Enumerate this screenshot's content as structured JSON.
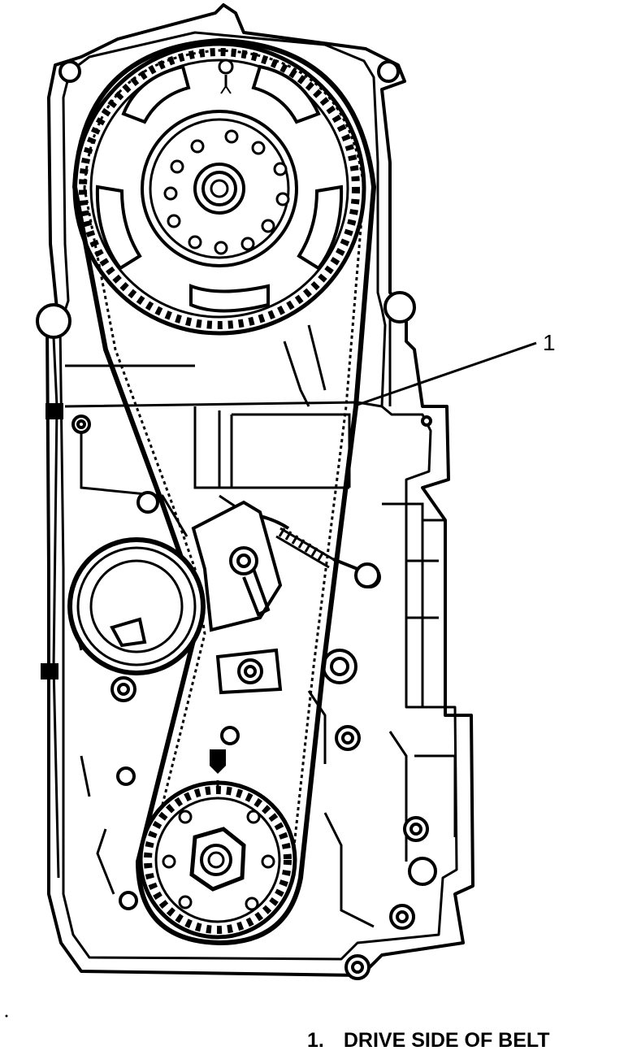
{
  "callout": {
    "number": "1"
  },
  "legend": {
    "number": "1.",
    "text": "DRIVE SIDE OF BELT"
  },
  "colors": {
    "ink": "#000000",
    "paper": "#ffffff"
  }
}
